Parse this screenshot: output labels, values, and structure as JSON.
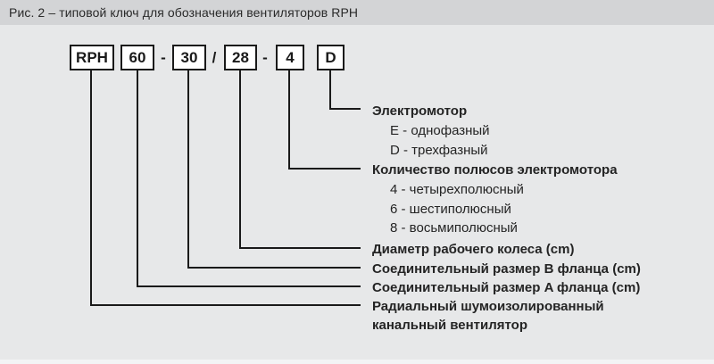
{
  "colors": {
    "page_bg": "#e7e8e9",
    "caption_bar_bg": "#d3d4d6",
    "line": "#1a1a1a",
    "box_bg": "#ffffff",
    "text": "#242424"
  },
  "figure_caption": "Рис. 2 – типовой ключ для обозначения вентиляторов RPH",
  "designation_code": {
    "model": "RPH",
    "flange_a_size": "60",
    "sep_a": "-",
    "flange_b_size": "30",
    "sep_b": "/",
    "impeller_diameter": "28",
    "sep_c": "-",
    "poles": "4",
    "motor_type": "D"
  },
  "legend": {
    "motor": {
      "title": "Электромотор",
      "options": [
        "E - однофазный",
        "D - трехфазный"
      ]
    },
    "poles": {
      "title": "Количество полюсов электромотора",
      "options": [
        "4 - четырехполюсный",
        "6 - шестиполюсный",
        "8 - восьмиполюсный"
      ]
    },
    "impeller": {
      "title": "Диаметр рабочего колеса (cm)"
    },
    "flange_b": {
      "title": "Соединительный размер B фланца (cm)"
    },
    "flange_a": {
      "title": "Соединительный размер A фланца (cm)"
    },
    "fan_type": {
      "title_line1": "Радиальный шумоизолированный",
      "title_line2": "канальный вентилятор"
    }
  }
}
